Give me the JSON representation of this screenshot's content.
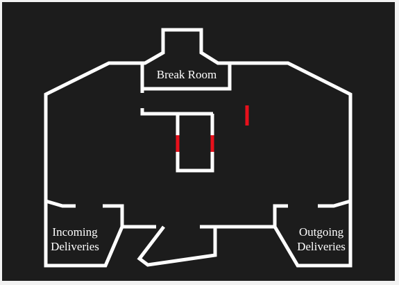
{
  "diagram": {
    "colors": {
      "background": "#1c1c1c",
      "page_background": "#f2f2f2",
      "wall": "#ffffff",
      "marker": "#e8101b",
      "label": "#ffffff"
    },
    "rooms": {
      "break_room": "Break Room",
      "incoming_line1": "Incoming",
      "incoming_line2": "Deliveries",
      "outgoing_line1": "Outgoing",
      "outgoing_line2": "Deliveries"
    }
  }
}
